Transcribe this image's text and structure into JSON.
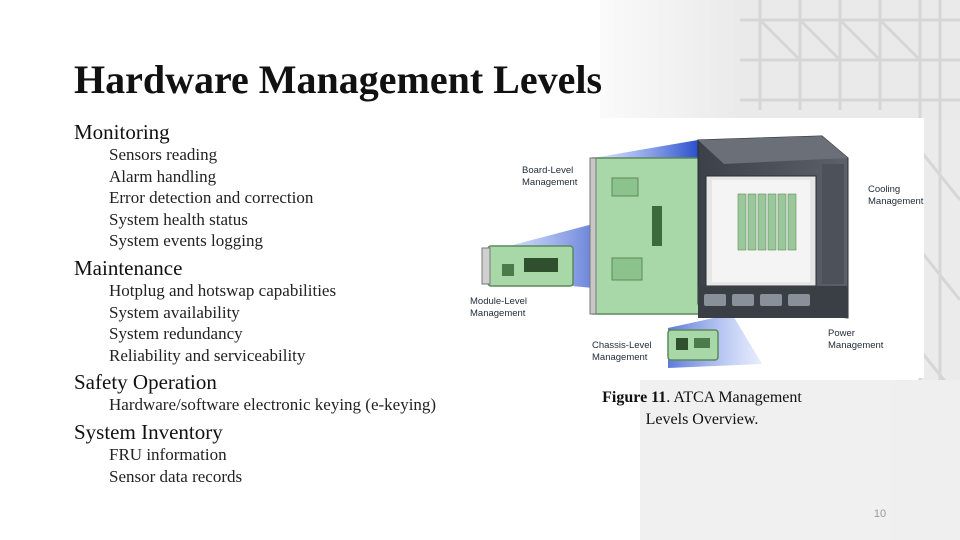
{
  "title": "Hardware Management Levels",
  "sections": [
    {
      "heading": "Monitoring",
      "items": [
        "Sensors reading",
        "Alarm handling",
        "Error detection and correction",
        "System health status",
        "System events logging"
      ]
    },
    {
      "heading": "Maintenance",
      "items": [
        "Hotplug and hotswap capabilities",
        "System availability",
        "System redundancy",
        "Reliability and serviceability"
      ]
    },
    {
      "heading": "Safety Operation",
      "items": [
        "Hardware/software electronic keying (e-keying)"
      ]
    },
    {
      "heading": "System Inventory",
      "items": [
        "FRU information",
        "Sensor data records"
      ]
    }
  ],
  "figure": {
    "labels": {
      "board_1": "Board-Level",
      "board_2": "Management",
      "module_1": "Module-Level",
      "module_2": "Management",
      "chassis_1": "Chassis-Level",
      "chassis_2": "Management",
      "cooling_1": "Cooling",
      "cooling_2": "Management",
      "power_1": "Power",
      "power_2": "Management"
    },
    "colors": {
      "beam": "#2f5bd8",
      "board": "#a9d8a8",
      "chassis": "#4a4f57"
    }
  },
  "caption": {
    "bold": "Figure 11",
    "text": ". ATCA Management Levels Overview."
  },
  "slide_number": "10"
}
